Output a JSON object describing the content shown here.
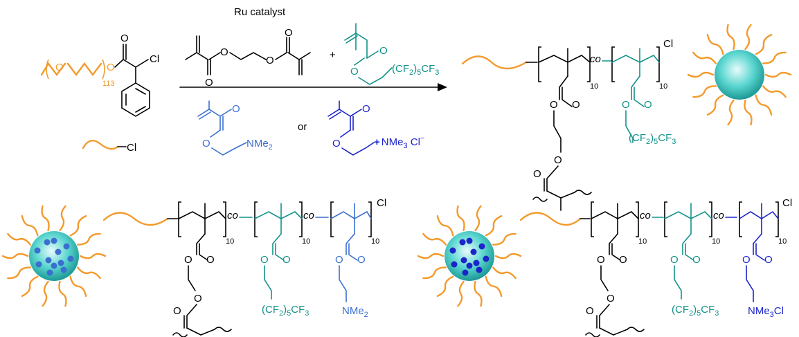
{
  "reaction": {
    "catalyst": "Ru catalyst",
    "plus": "+",
    "or": "or"
  },
  "initiator": {
    "o": "O",
    "n": "113",
    "cl": "Cl",
    "o2": "O",
    "o3": "O",
    "short_cl": "Cl"
  },
  "monomers": {
    "crosslinker_o": "O",
    "fluoro_o": "O",
    "fluoro_tail": "(CF",
    "fluoro_tail_sub": "2",
    "fluoro_tail_rest": ")",
    "fluoro_tail_5": "5",
    "fluoro_tail_end": "CF",
    "fluoro_tail_3": "3",
    "dma_o": "O",
    "dma_n": "NMe",
    "dma_n_sub": "2",
    "tma_o": "O",
    "tma_plus": "+",
    "tma_n": "NMe",
    "tma_n_sub": "3",
    "tma_cl": " Cl",
    "tma_minus": "−"
  },
  "polymers": {
    "dp": "10",
    "co": "co",
    "cl": "Cl",
    "o": "O",
    "nme2": "NMe",
    "nme2_sub": "2",
    "nme3cl": "NMe",
    "nme3cl_sub": "3",
    "nme3cl_cl": "Cl",
    "cf_tail": "(CF",
    "cf_sub2": "2",
    "cf_close": ")",
    "cf_sub5": "5",
    "cf_end": "CF",
    "cf_sub3": "3"
  },
  "colors": {
    "peg": "#f39a2c",
    "fluoro": "#11928a",
    "amine": "#3a6fd0",
    "ammonium": "#1b25c8"
  }
}
